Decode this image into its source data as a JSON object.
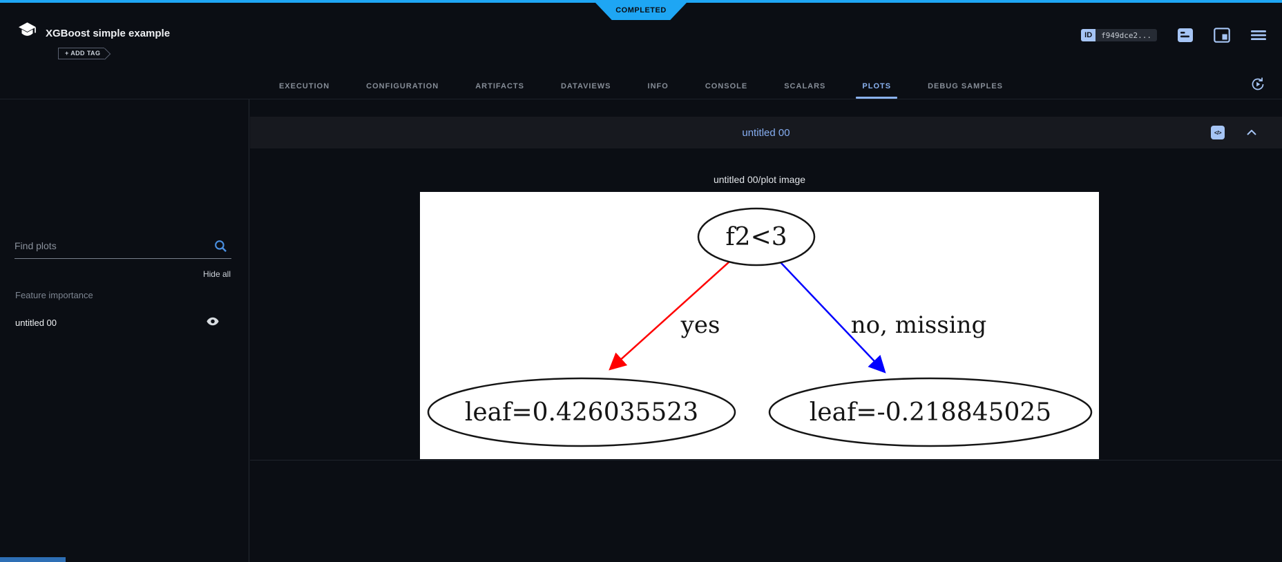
{
  "status_banner": {
    "label": "COMPLETED"
  },
  "header": {
    "title": "XGBoost simple example",
    "add_tag_label": "+ ADD TAG",
    "id_badge": {
      "label": "ID",
      "value": "f949dce2..."
    }
  },
  "tabs": {
    "items": [
      {
        "label": "EXECUTION",
        "active": false
      },
      {
        "label": "CONFIGURATION",
        "active": false
      },
      {
        "label": "ARTIFACTS",
        "active": false
      },
      {
        "label": "DATAVIEWS",
        "active": false
      },
      {
        "label": "INFO",
        "active": false
      },
      {
        "label": "CONSOLE",
        "active": false
      },
      {
        "label": "SCALARS",
        "active": false
      },
      {
        "label": "PLOTS",
        "active": true
      },
      {
        "label": "DEBUG SAMPLES",
        "active": false
      }
    ]
  },
  "sidebar": {
    "search": {
      "placeholder": "Find plots",
      "value": ""
    },
    "hide_all_label": "Hide all",
    "section_title": "Feature importance",
    "items": [
      {
        "label": "untitled 00",
        "visible": true
      }
    ]
  },
  "plot_panel": {
    "title": "untitled 00",
    "image_title": "untitled 00/plot image",
    "tree": {
      "type": "binary-decision-tree",
      "root": {
        "label": "f2<3"
      },
      "edges": [
        {
          "label": "yes",
          "color": "#ff0000",
          "to": "leaf=0.426035523"
        },
        {
          "label": "no, missing",
          "color": "#0000ff",
          "to": "leaf=-0.218845025"
        }
      ],
      "leaves": [
        {
          "label": "leaf=0.426035523",
          "value": 0.426035523
        },
        {
          "label": "leaf=-0.218845025",
          "value": -0.218845025
        }
      ]
    }
  },
  "icons": {
    "embed_glyph": "</>"
  },
  "colors": {
    "top_bar_blue": "#1ea6f4",
    "icon_light_blue": "#a6c5f5",
    "active_tab_blue": "#8ab2f0",
    "search_icon_blue": "#4a90e2",
    "edge_yes_red": "#ff0000",
    "edge_no_blue": "#0000ff",
    "background": "#0b0e14",
    "panel_header_bg": "#17191f"
  }
}
